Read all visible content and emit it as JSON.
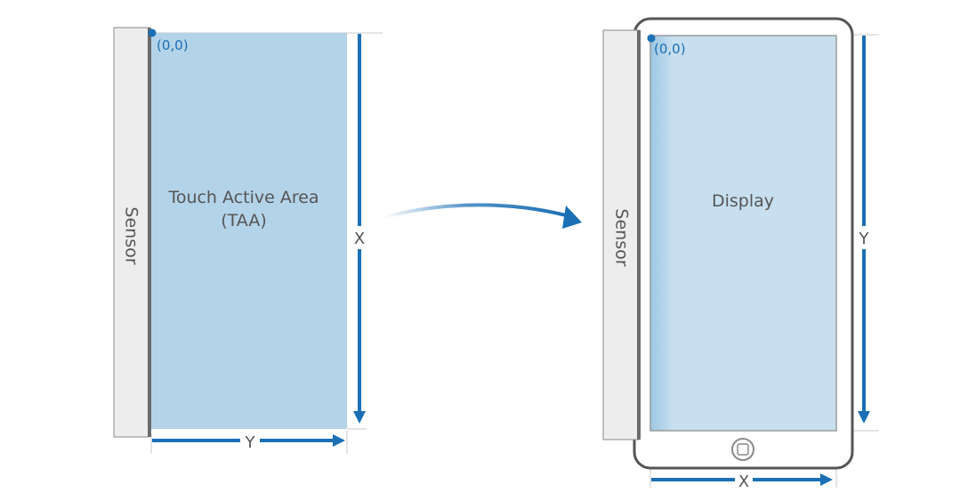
{
  "left": {
    "sensor_label": "Sensor",
    "origin_label": "(0,0)",
    "area_label_line1": "Touch Active Area",
    "area_label_line2": "(TAA)",
    "vertical_axis_label": "X",
    "horizontal_axis_label": "Y"
  },
  "right": {
    "sensor_label": "Sensor",
    "origin_label": "(0,0)",
    "display_label": "Display",
    "vertical_axis_label": "Y",
    "horizontal_axis_label": "X"
  },
  "colors": {
    "accent_blue": "#1a6fb5",
    "taa_fill": "#b3d3e8",
    "display_fill": "#c7dfee",
    "display_edge": "#9cc6e2",
    "sensor_fill": "#ededed",
    "sensor_edge": "#8a8a8a",
    "device_outline": "#555555",
    "label_gray": "#555555",
    "guide_line": "#c8c8c8"
  }
}
